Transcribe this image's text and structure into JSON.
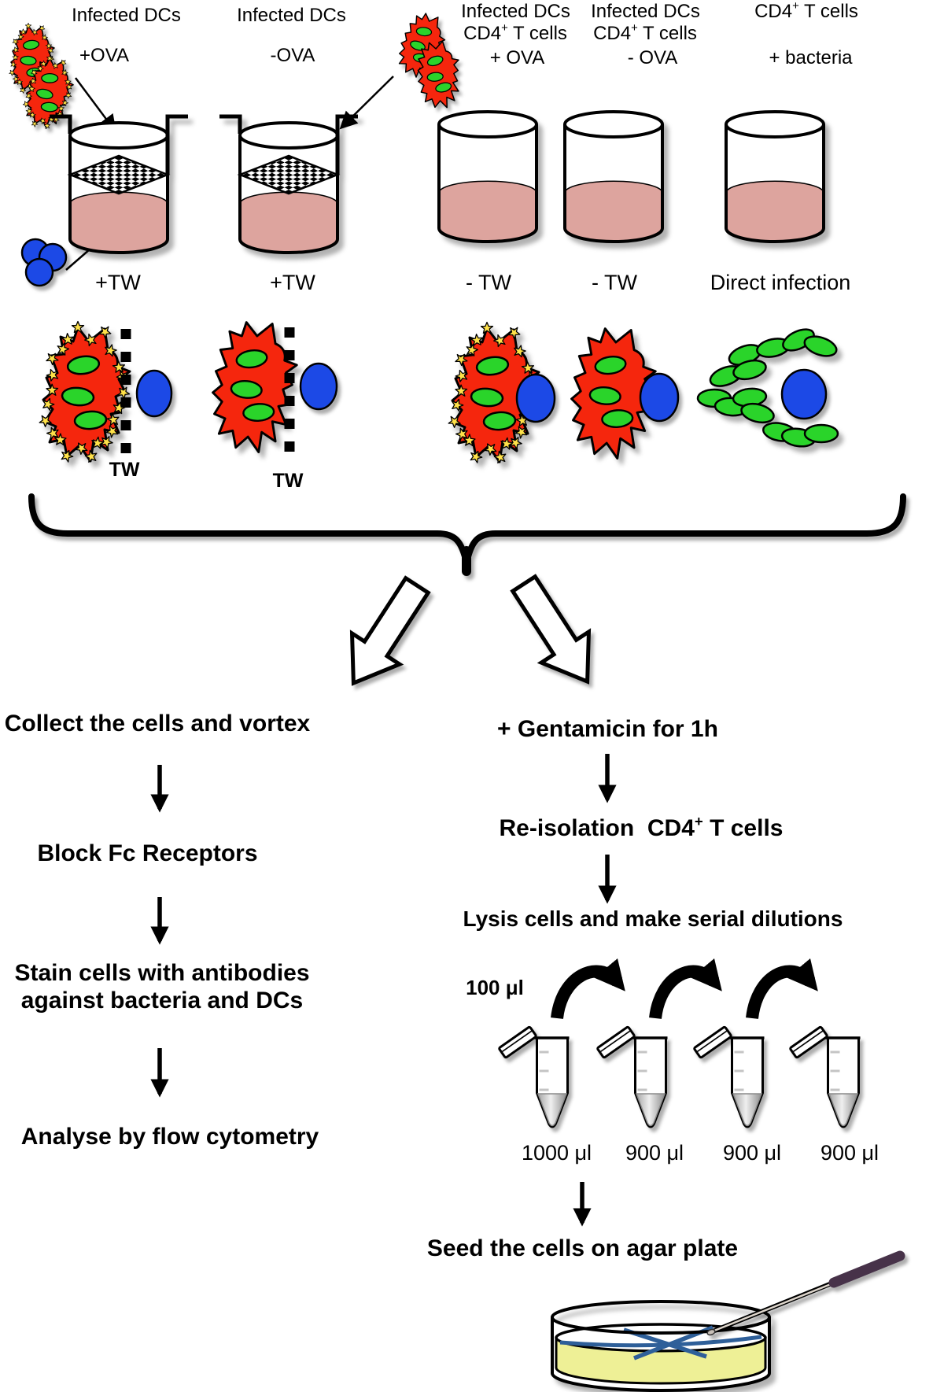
{
  "conditions": [
    {
      "title": "Infected DCs",
      "subtitle": "+OVA",
      "well_label": "+TW",
      "membrane_label": "TW"
    },
    {
      "title": "Infected DCs",
      "subtitle": "-OVA",
      "well_label": "+TW",
      "membrane_label": "TW"
    },
    {
      "title": "Infected DCs",
      "cd4_pre": "CD4",
      "cd4_sup": "+",
      "cd4_post": " T cells",
      "subtitle": "+ OVA",
      "well_label": "- TW"
    },
    {
      "title": "Infected DCs",
      "cd4_pre": "CD4",
      "cd4_sup": "+",
      "cd4_post": " T cells",
      "subtitle": "- OVA",
      "well_label": "- TW"
    },
    {
      "cd4_pre": "CD4",
      "cd4_sup": "+",
      "cd4_post": " T cells",
      "subtitle": "+ bacteria",
      "well_label": "Direct infection"
    }
  ],
  "flow_left": {
    "step1": "Collect the cells and vortex",
    "step2": "Block Fc Receptors",
    "step3_line1": "Stain cells with antibodies",
    "step3_line2": "against bacteria and DCs",
    "step4": "Analyse by flow cytometry"
  },
  "flow_right": {
    "step1": "+ Gentamicin for 1h",
    "step2_pre": "Re-isolation  CD4",
    "step2_sup": "+",
    "step2_post": " T cells",
    "step3": "Lysis cells and make serial dilutions",
    "transfer_volume": "100 μl",
    "tube_volumes": [
      "1000 μl",
      "900 μl",
      "900 μl",
      "900 μl"
    ],
    "step4": "Seed the cells on agar plate"
  },
  "colors": {
    "dc_red": "#f5260a",
    "bacteria_green": "#2bd42b",
    "tcell_blue": "#1e49e6",
    "medium_pink": "#dda49e",
    "ova_star_yellow": "#ffe14a",
    "agar_yellow": "#eef096",
    "streak_blue": "#2e5e99",
    "spreader_handle": "#463349",
    "ink": "#000000"
  }
}
